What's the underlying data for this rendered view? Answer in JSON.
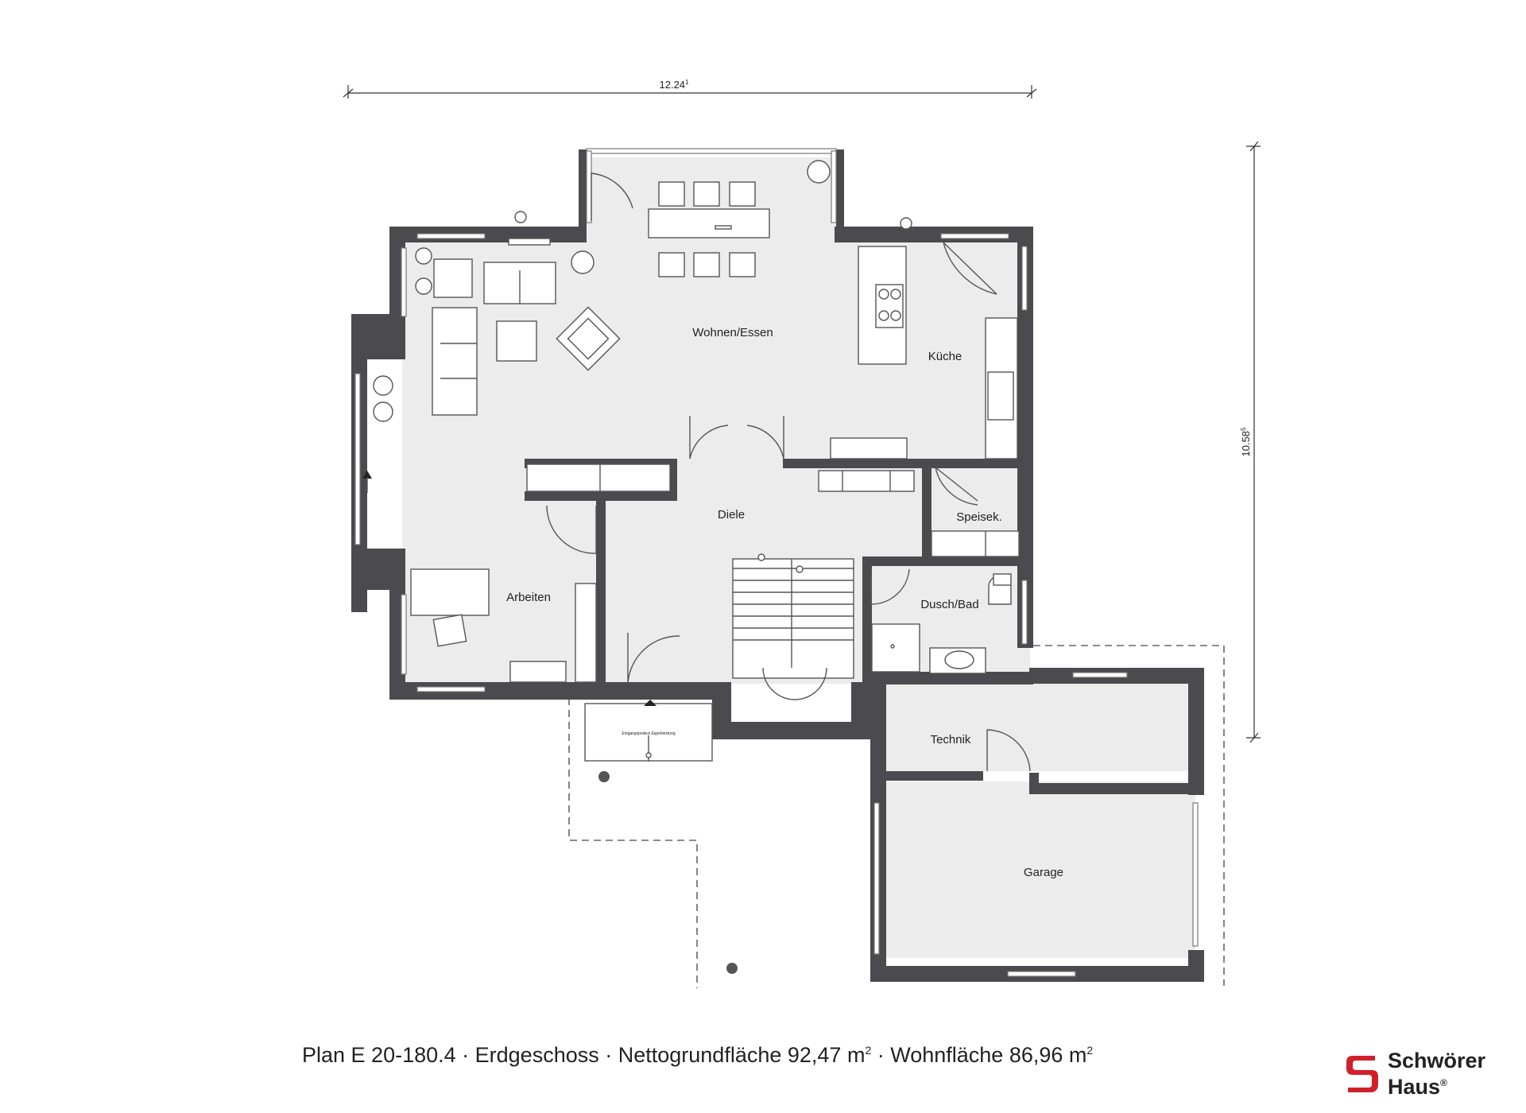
{
  "dimensions": {
    "width_label": "12.24",
    "width_suffix": "1",
    "height_label": "10.58",
    "height_suffix": "5"
  },
  "rooms": {
    "wohnen_essen": "Wohnen/Essen",
    "kueche": "Küche",
    "diele": "Diele",
    "speisek": "Speisek.",
    "arbeiten": "Arbeiten",
    "dusch_bad": "Dusch/Bad",
    "technik": "Technik",
    "garage": "Garage"
  },
  "entrance_note": "Eingangspodest Eigenleistung",
  "caption": {
    "plan": "Plan E 20-180.4",
    "floor": "Erdgeschoss",
    "net_label": "Nettogrundfläche 92,47 m",
    "living_label": "Wohnfläche 86,96 m",
    "unit_exp": "2",
    "separator": " · "
  },
  "logo": {
    "line1": "Schwörer",
    "line2": "Haus",
    "mark": "®",
    "color": "#d0202a"
  },
  "colors": {
    "wall": "#4a4a4f",
    "floor": "#ececec"
  }
}
